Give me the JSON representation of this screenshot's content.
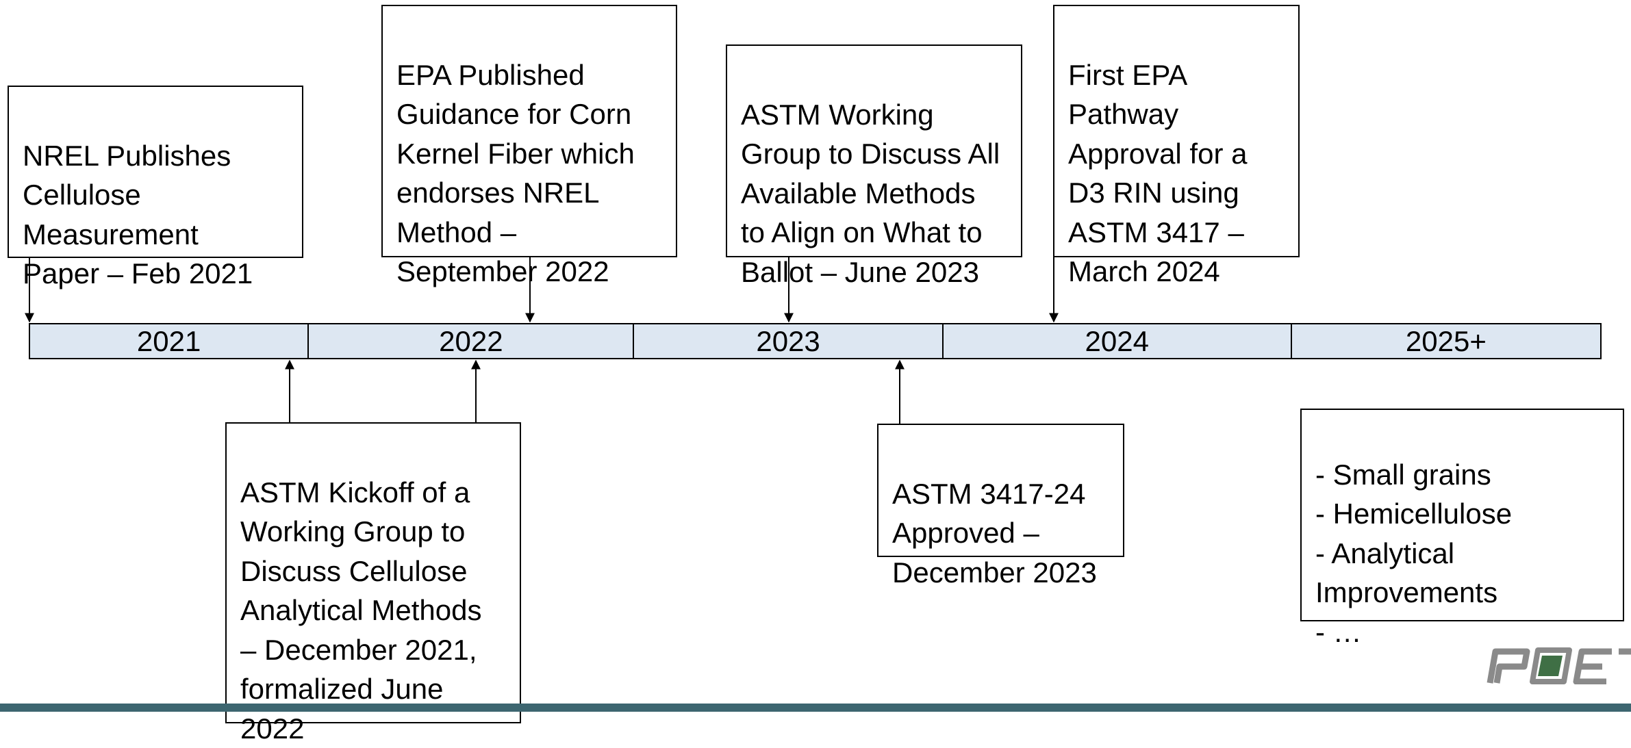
{
  "timeline": {
    "years": [
      "2021",
      "2022",
      "2023",
      "2024",
      "2025+"
    ]
  },
  "events_above": [
    {
      "text": "NREL Publishes\nCellulose\nMeasurement\nPaper – Feb 2021"
    },
    {
      "text": "EPA Published\nGuidance for Corn\nKernel Fiber which\nendorses NREL\nMethod –\nSeptember 2022"
    },
    {
      "text": "ASTM Working\nGroup to Discuss All\nAvailable Methods\nto Align on What to\nBallot – June 2023"
    },
    {
      "text": "First EPA\nPathway\nApproval for a\nD3 RIN using\nASTM 3417 –\nMarch 2024"
    }
  ],
  "events_below": [
    {
      "text": "ASTM Kickoff of a\nWorking Group to\nDiscuss Cellulose\nAnalytical Methods\n– December 2021,\nformalized June\n2022"
    },
    {
      "text": "ASTM 3417-24\nApproved –\nDecember 2023"
    }
  ],
  "future": {
    "text": "- Small grains\n- Hemicellulose\n- Analytical\nImprovements\n- …"
  },
  "colors": {
    "bar_fill": "#dde7f2",
    "footer": "#3d6670",
    "logo": "#8a8a8a",
    "logo_accent": "#3f6f45"
  }
}
